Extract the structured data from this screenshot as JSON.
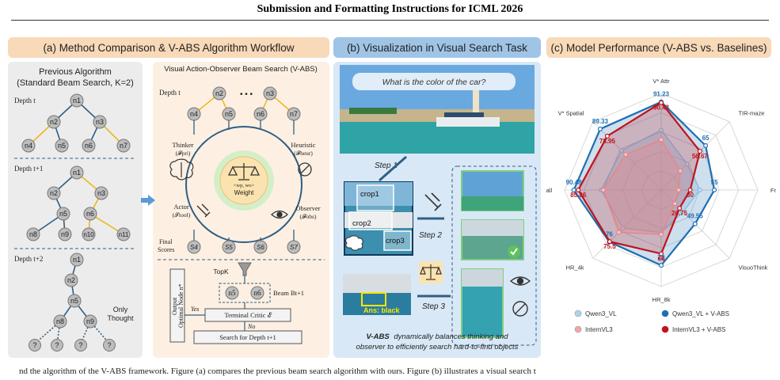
{
  "header": {
    "title": "Submission and Formatting Instructions for ICML 2026"
  },
  "panels": {
    "a": {
      "title": "(a) Method Comparison & V-ABS Algorithm Workflow",
      "previous": {
        "title_line1": "Previous Algorithm",
        "title_line2": "(Standard Beam Search, K=2)",
        "depth_t": "Depth t",
        "depth_t1": "Depth t+1",
        "depth_t2": "Depth t+2",
        "only_thought_1": "Only",
        "only_thought_2": "Thought",
        "q_mark": "?"
      },
      "vabs": {
        "title": "Visual Action-Observer Beam Search (V-ABS)",
        "depth_t": "Depth t",
        "ellipsis": "• • •",
        "thinker": "Thinker",
        "thinker_sub": "(𝓕pri)",
        "heuristic": "Heuristic",
        "heuristic_sub": "(𝓕heur)",
        "actor": "Actor",
        "actor_sub": "(𝓣tool)",
        "observer": "Observer",
        "observer_sub": "(𝓕obs)",
        "weight": "Weight",
        "weight_formula": "<wp, wo>",
        "final_scores_1": "Final",
        "final_scores_2": "Scores",
        "topk": "TopK",
        "beam": "Beam Bt+1",
        "output_1": "Output",
        "output_2": "Optimal Node n*",
        "yes": "Yes",
        "no": "No",
        "terminal_critic": "Terminal Critic 𝓔",
        "search_next": "Search for Depth t+1"
      }
    },
    "b": {
      "title": "(b) Visualization in Visual Search Task",
      "question": "What is the color of the car?",
      "step1": "Step 1",
      "step2": "Step 2",
      "step3": "Step 3",
      "crop1": "crop1",
      "crop2": "crop2",
      "crop3": "crop3",
      "answer": "Ans: black",
      "caption_bold": "V-ABS",
      "caption_rest": "dynamically balances thinking and",
      "caption_line2": "observer to efficiently search hard-to-find objects"
    },
    "c": {
      "title": "(c) Model Performance (V-ABS vs. Baselines)"
    }
  },
  "nodes": {
    "n1": "n1",
    "n2": "n2",
    "n3": "n3",
    "n4": "n4",
    "n5": "n5",
    "n6": "n6",
    "n7": "n7",
    "n8": "n8",
    "n9": "n9",
    "n10": "n10",
    "n11": "n11"
  },
  "final_nodes": [
    "S4",
    "S5",
    "S6",
    "S7"
  ],
  "colors": {
    "panel_a_header": "#f8d9b8",
    "panel_b_header": "#9fc4e6",
    "panel_c_header": "#f8d9b8",
    "panel_a_left_bg": "#ececec",
    "panel_a_right_bg": "#fdf0e2",
    "panel_b_bg": "#d9e8f6",
    "tree_edge_blue": "#2f5f86",
    "tree_edge_yellow": "#f0b51e",
    "node_fill": "#bdbdbd",
    "series_qwen3_vl": "#a9d4ef",
    "series_qwen3_vl_vabs": "#1f6fb0",
    "series_internvl3": "#f4a6a6",
    "series_internvl3_vabs": "#c0121a"
  },
  "chart_data": {
    "type": "radar",
    "title": "",
    "axes": [
      "V* Attr",
      "TIR-maze",
      "Frozen_Lake",
      "VisuoThink",
      "HR_8k",
      "HR_4k",
      "V* Overall",
      "V* Spatial"
    ],
    "series": [
      {
        "name": "Qwen3_VL",
        "values": [
          62,
          38,
          40,
          32,
          44,
          56,
          62,
          58
        ]
      },
      {
        "name": "Qwen3_VL + V-ABS",
        "values": [
          91.23,
          65,
          55,
          49.55,
          78,
          76,
          90.48,
          89.33
        ]
      },
      {
        "name": "InternVL3",
        "values": [
          52,
          28,
          18,
          20,
          46,
          62,
          60,
          52
        ]
      },
      {
        "name": "InternVL3 + V-ABS",
        "values": [
          90.43,
          56.67,
          30,
          26.75,
          66,
          75.5,
          85.86,
          78.95
        ]
      }
    ],
    "value_labels": [
      {
        "axis": "V* Attr",
        "series": "Qwen3_VL + V-ABS",
        "text": "91.23"
      },
      {
        "axis": "V* Attr",
        "series": "InternVL3 + V-ABS",
        "text": "90.43"
      },
      {
        "axis": "TIR-maze",
        "series": "Qwen3_VL + V-ABS",
        "text": "65"
      },
      {
        "axis": "TIR-maze",
        "series": "InternVL3 + V-ABS",
        "text": "56.67"
      },
      {
        "axis": "Frozen_Lake",
        "series": "Qwen3_VL + V-ABS",
        "text": "55"
      },
      {
        "axis": "Frozen_Lake",
        "series": "InternVL3 + V-ABS",
        "text": "30"
      },
      {
        "axis": "VisuoThink",
        "series": "Qwen3_VL + V-ABS",
        "text": "49.55"
      },
      {
        "axis": "VisuoThink",
        "series": "InternVL3 + V-ABS",
        "text": "26.75"
      },
      {
        "axis": "HR_8k",
        "series": "Qwen3_VL + V-ABS",
        "text": "78"
      },
      {
        "axis": "HR_8k",
        "series": "InternVL3 + V-ABS",
        "text": "66"
      },
      {
        "axis": "HR_4k",
        "series": "Qwen3_VL + V-ABS",
        "text": "76"
      },
      {
        "axis": "HR_4k",
        "series": "InternVL3 + V-ABS",
        "text": "75.5"
      },
      {
        "axis": "V* Overall",
        "series": "Qwen3_VL + V-ABS",
        "text": "90.48"
      },
      {
        "axis": "V* Overall",
        "series": "InternVL3 + V-ABS",
        "text": "85.86"
      },
      {
        "axis": "V* Spatial",
        "series": "Qwen3_VL + V-ABS",
        "text": "89.33"
      },
      {
        "axis": "V* Spatial",
        "series": "InternVL3 + V-ABS",
        "text": "78.95"
      }
    ],
    "rmax": 100,
    "grid": true,
    "legend_position": "bottom"
  },
  "caption": {
    "text": "nd the algorithm of the V-ABS framework. Figure (a) compares the previous beam search algorithm with ours. Figure (b) illustrates a visual search t"
  }
}
